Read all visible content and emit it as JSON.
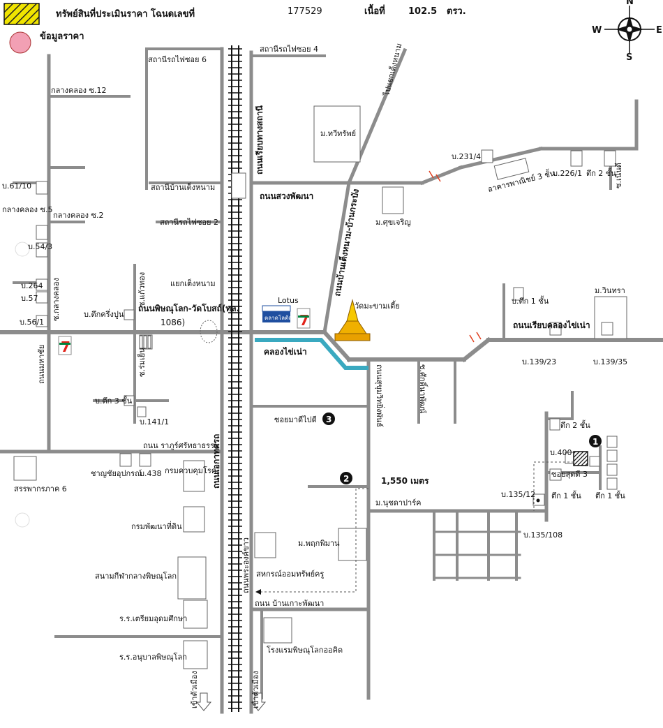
{
  "header": {
    "asset_label": "ทรัพย์สินที่ประเมินราคา โฉนดเลขที่",
    "deed_number": "177529",
    "area_label": "เนื้อที่",
    "area_value": "102.5",
    "area_unit": "ตรว.",
    "price_info_label": "ข้อมูลราคา"
  },
  "compass": {
    "n": "N",
    "s": "S",
    "e": "E",
    "w": "W"
  },
  "roads": {
    "station_soi6": "สถานีรถไฟซอย 6",
    "station_soi4": "สถานีรถไฟซอย 4",
    "klang_khlong_12": "กลางคลอง ซ.12",
    "klang_khlong_5": "กลางคลอง ซ.5",
    "klang_khlong_2": "กลางคลอง ซ.2",
    "station_banteng": "สถานีบ้านเต็งหนาม",
    "station_soi2": "สถานีรถไฟซอย 2",
    "rail_side_road": "ถนนเรียบทางสถานี",
    "suang_phatthana": "ถนนสวงพัฒนา",
    "ban_teng_bang_krathum": "ถนนบ้านเต็งหนาม-บ้านกระบัง",
    "to_teng_nam": "ไปแยกเต็งหนาม",
    "teng_nam_junction": "แยกเต็งหนาม",
    "phitsanulok_wat_bot": "ถนนพิษณุโลก-วัดโบสถ์(ทล.",
    "route_num": "1086)",
    "khlong_khai_nao_canal": "คลองไข่เน่า",
    "khlong_khai_nao_road": "ถนนเรียบคลองไข่เน่า",
    "soi_mathi_pidi": "ซอยมาดีไปดี",
    "distance": "1,550 เมตร",
    "soi_sutdi": "ซอยสุดดี 3",
    "muang_mahachai_v": "ถนนมหาชัย",
    "ek_athotsarot": "ถนนเอกาทศรถ",
    "ratchaphruek": "ถนน ราภูร์ศรัทธาธรรม",
    "ban_ko_phatthana": "ถนน บ้านเกาะพัฒนา",
    "nuchada_park": "ม.นุชดาปาร์ค",
    "kaeo_thong": "ซ.แก้วทอง",
    "ruam_yen": "ซ.ร่มเย็น",
    "klang_khlong_v": "ซ.กลางคลอง",
    "sri_nithat": "ซ.เนินดี",
    "nanakiattiphan": "ซ.ศักดิ์นาพัฒน์",
    "sapanmahanuphap": "ถนนสุขุมวิทยิ่งพันธ์",
    "mahachai_road": "ถนนพระองค์ขาว",
    "to_muang_left": "เข้าตัวเมือง",
    "to_muang_right": "เข้าตัวเมือง"
  },
  "places": {
    "m_thawisap": "ม.ทวีทรัพย์",
    "m_sukhcharoen": "ม.ศุขเจริญ",
    "lotus": "Lotus",
    "lotus_sub": "ตลาดโลตัส",
    "wat_chamtaeo": "วัดมะขามเตี้ย",
    "m_winthra": "ม.วินทรา",
    "sanpakorn": "สรรพากรภาค 6",
    "chanchai": "ชาญชัยอุปกรณ์",
    "krom_khumkrong": "กรมควบคุมโรค",
    "krom_land": "กรมพัฒนาที่ดิน",
    "stadium": "สนามกีฬากลางพิษณุโลก",
    "school1": "ร.ร.เตรียมอุดมศึกษา",
    "school2": "ร.ร.อนุบาลพิษณุโลก",
    "m_phrukphimarn": "ม.พฤกพิมาน",
    "cooperative": "สหกรณ์ออมทรัพย์ครู",
    "hotel": "โรงแรมพิษณุโลกออคิด",
    "commercial": "อาคารพาณิชย์ 3 ชั้น"
  },
  "markers": {
    "b231": "บ.231/4",
    "b226": "บ.226/1",
    "tuek2_ne": "ตึก 2 ชั้น",
    "b61": "บ.61/10",
    "b54": "บ.54/3",
    "b264": "บ.264",
    "b57": "บ.57",
    "b56": "บ.56/1",
    "tuek_khrueng": "บ.ตึกครึ่งปูน",
    "tuek3": "บ.ตึก 3 ชั้น",
    "b141": "บ.141/1",
    "b438": "บ.438",
    "tuek1_n": "บ.ตึก 1 ชั้น",
    "b139_23": "บ.139/23",
    "b139_35": "บ.139/35",
    "tuek2_se": "ตึก 2 ชั้น",
    "b400": "บ.400",
    "b135_12": "บ.135/12",
    "b135_108": "บ.135/108",
    "tuek1_a": "ตึก 1 ชั้น",
    "tuek1_b": "ตึก 1 ชั้น"
  },
  "numbered": {
    "one": "1",
    "two": "2",
    "three": "3"
  },
  "colors": {
    "road": "#8c8c8c",
    "canal": "#3aa9c0",
    "price_dot": "#f2a0b4",
    "subject_fill": "#f0e400",
    "pagoda": "#e8a000",
    "seven_red": "#e2231a",
    "seven_green": "#00843d"
  },
  "icons": [
    "compass-icon",
    "pagoda-icon",
    "seven-eleven-icon",
    "lotus-logo",
    "railway-track",
    "down-arrow-icon"
  ]
}
